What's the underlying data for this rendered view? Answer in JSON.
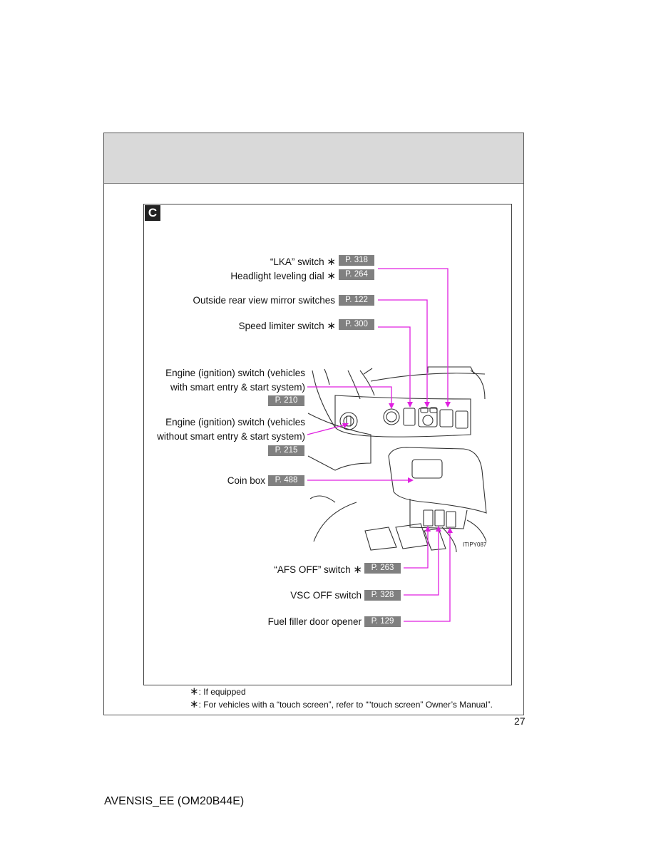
{
  "section_badge": "C",
  "callouts": {
    "lka": {
      "label": "“LKA” switch",
      "asterisk": "∗",
      "ref": "P. 318"
    },
    "headlight": {
      "label": "Headlight leveling dial",
      "asterisk": "∗",
      "ref": "P. 264"
    },
    "mirror": {
      "label": "Outside rear view mirror switches",
      "ref": "P. 122"
    },
    "speed": {
      "label": "Speed limiter switch",
      "asterisk": "∗",
      "ref": "P. 300"
    },
    "engine_smart": {
      "line1": "Engine (ignition) switch (vehicles",
      "line2": "with smart entry & start system)",
      "ref": "P. 210"
    },
    "engine_nosmart": {
      "line1": "Engine (ignition) switch (vehicles",
      "line2": "without smart entry & start system)",
      "ref": "P. 215"
    },
    "coin": {
      "label": "Coin box",
      "ref": "P. 488"
    },
    "afs": {
      "label": "“AFS OFF” switch",
      "asterisk": "∗",
      "ref": "P. 263"
    },
    "vsc": {
      "label": "VSC OFF switch",
      "ref": "P. 328"
    },
    "fuel": {
      "label": "Fuel filler door opener",
      "ref": "P. 129"
    }
  },
  "figure_code": "ITIPY087",
  "footnotes": {
    "f1_mark": "∗",
    "f1_text": ": If equipped",
    "f2_mark": "∗",
    "f2_text": ": For vehicles with a “touch screen”, refer to ““touch screen” Owner’s Manual”."
  },
  "page_number": "27",
  "document_id": "AVENSIS_EE (OM20B44E)",
  "colors": {
    "leader_line": "#e020e0",
    "ref_box": "#808080",
    "header_band": "#d9d9d9"
  }
}
